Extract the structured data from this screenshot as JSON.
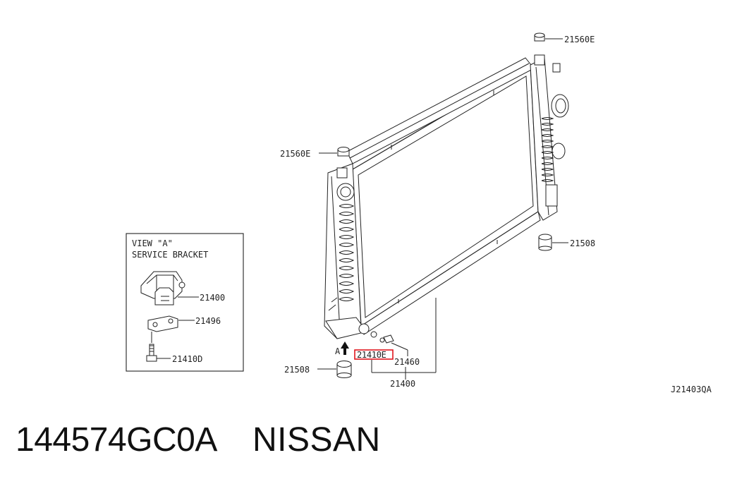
{
  "diagram": {
    "drawing_code": "J21403QA",
    "view_box": {
      "title": "VIEW \"A\"",
      "subtitle": "SERVICE BRACKET",
      "labels": [
        "21400",
        "21496",
        "21410D"
      ]
    },
    "callouts": {
      "top_cap": "21560E",
      "left_cap": "21560E",
      "right_mount": "21508",
      "bottom_mount": "21508",
      "highlighted": "21410E",
      "drain": "21460",
      "radiator": "21400",
      "arrow_label": "A"
    },
    "highlight_color": "#e0161d"
  },
  "footer": {
    "part_number": "144574GC0A",
    "brand": "NISSAN"
  }
}
